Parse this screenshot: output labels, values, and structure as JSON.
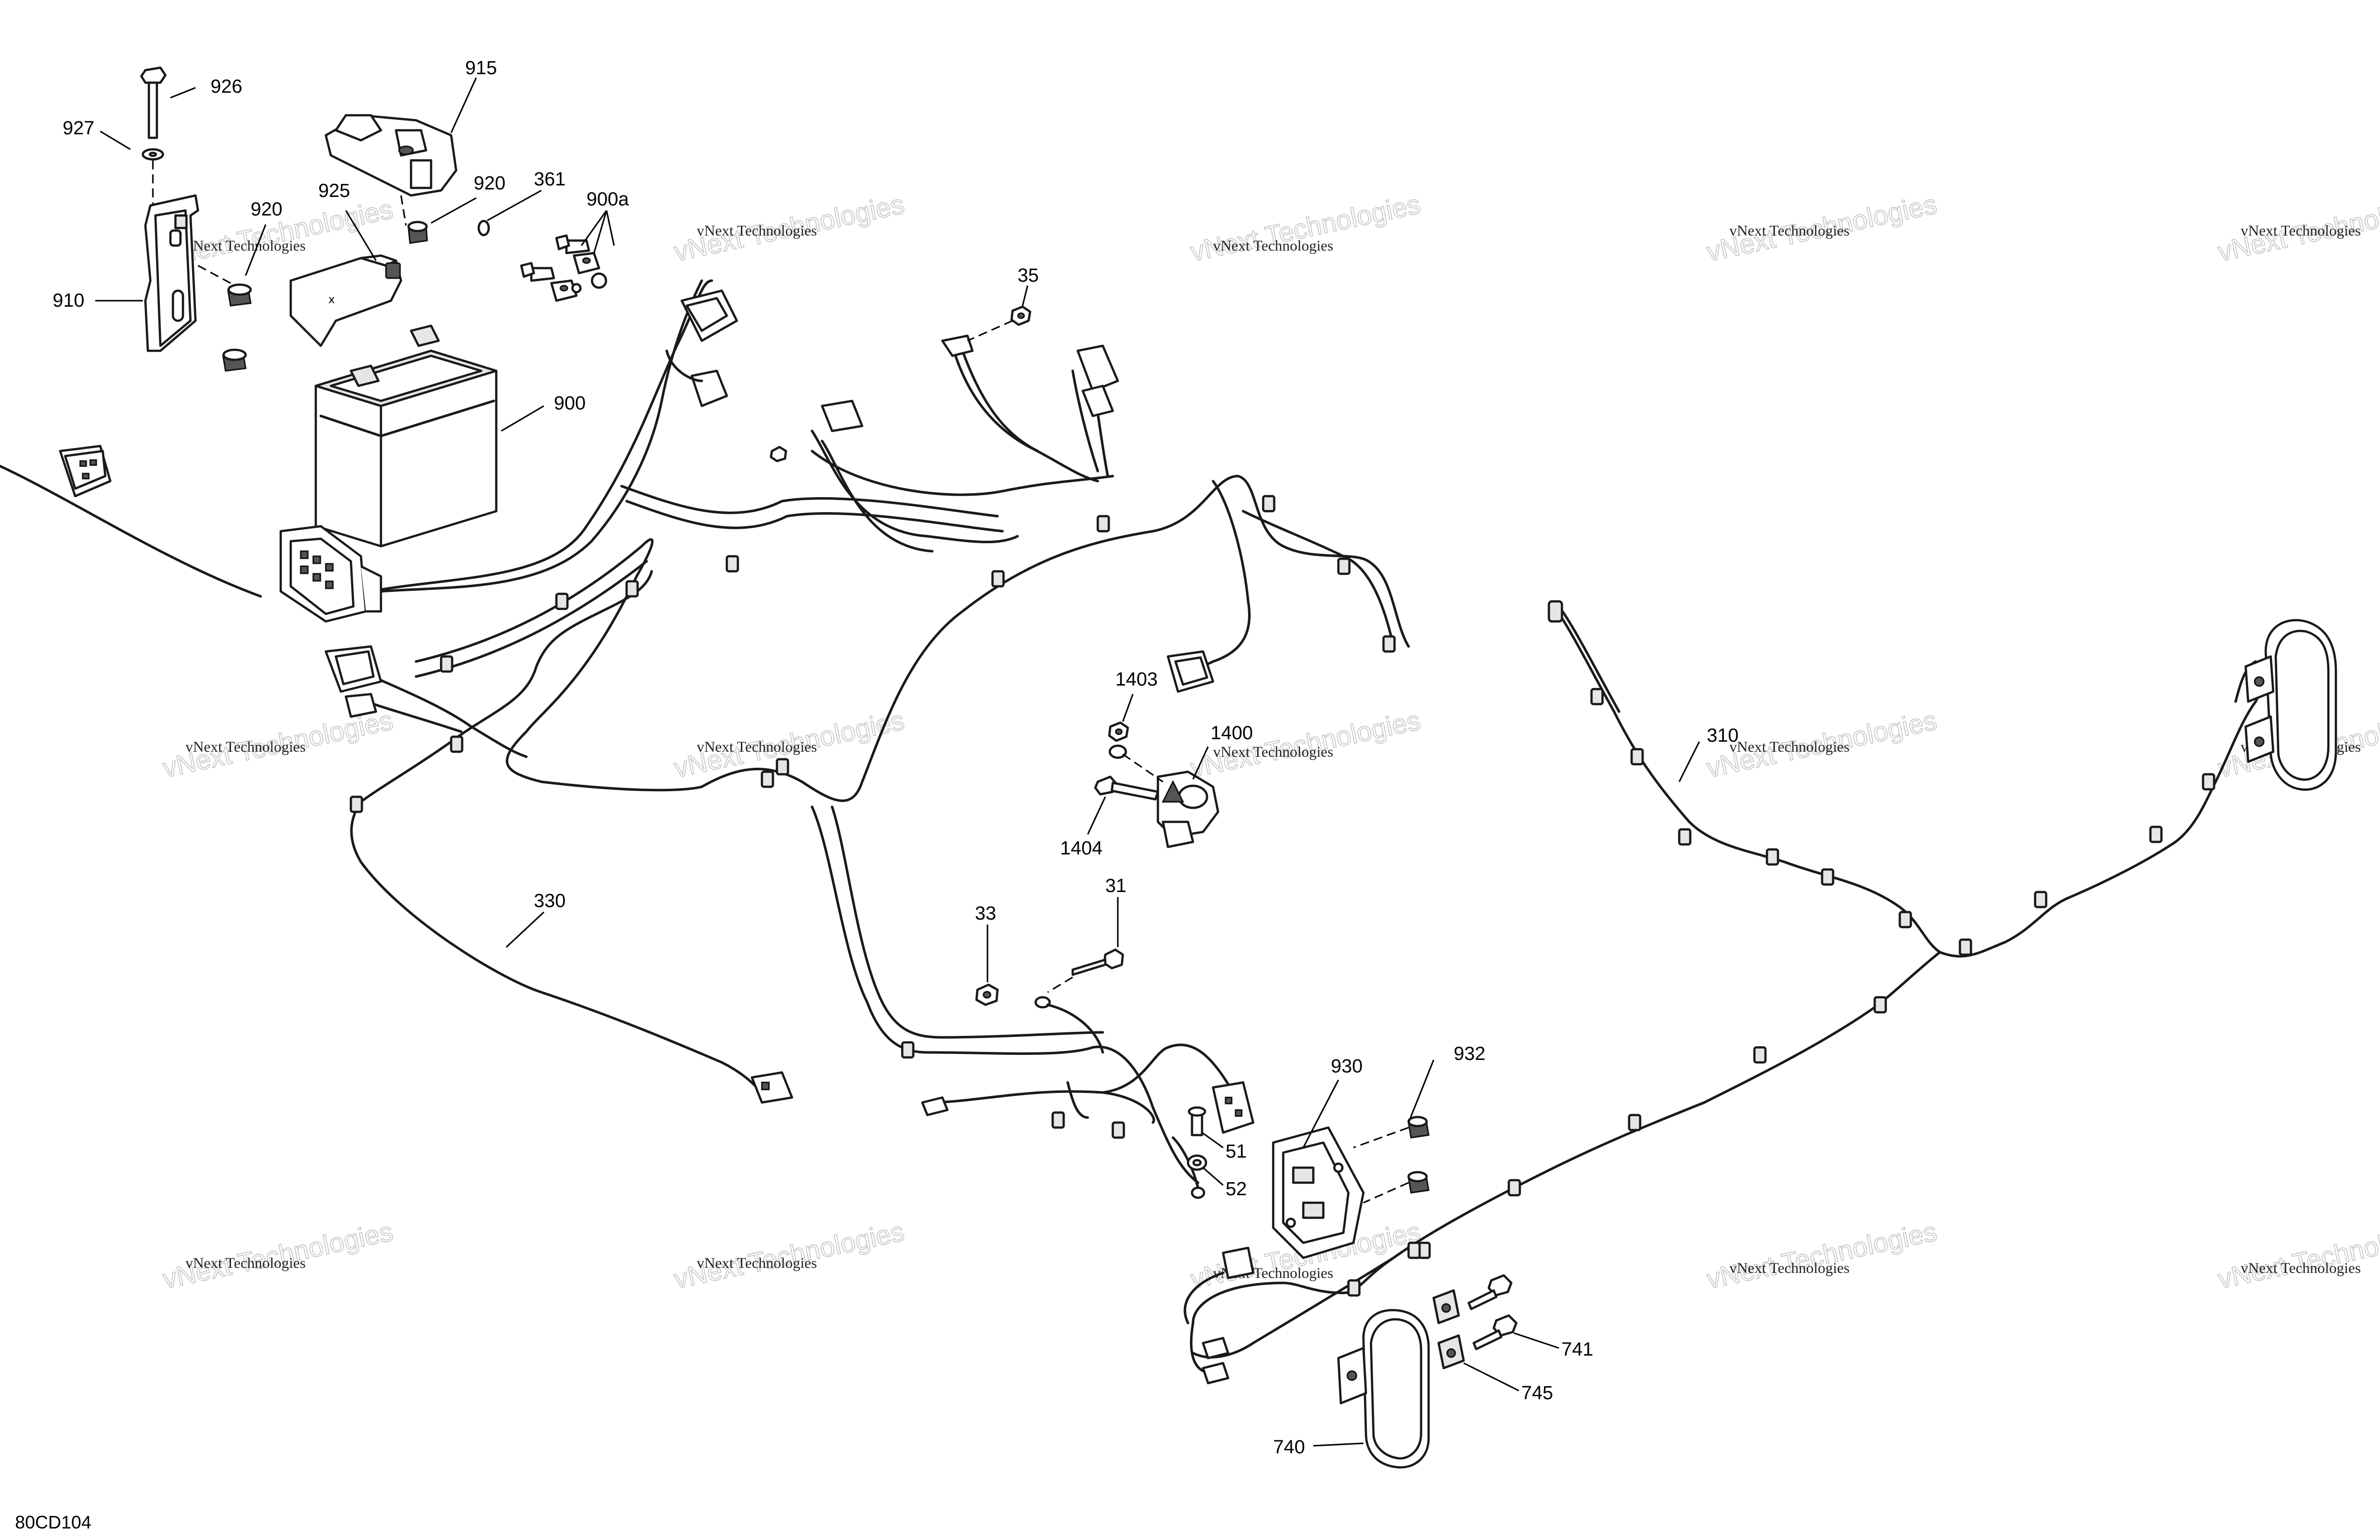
{
  "diagram_code": "80CD104",
  "watermark": {
    "line_small": "vNext Technologies",
    "line_large": "vNext Technologies"
  },
  "callouts": {
    "p926": "926",
    "p927": "927",
    "p915": "915",
    "p920a": "920",
    "p925": "925",
    "p920b": "920",
    "p361": "361",
    "p900a": "900a",
    "p910": "910",
    "p900": "900",
    "p35": "35",
    "p1403": "1403",
    "p1400": "1400",
    "p1404": "1404",
    "p31": "31",
    "p33": "33",
    "p330": "330",
    "p310": "310",
    "p930": "930",
    "p932": "932",
    "p51": "51",
    "p52": "52",
    "p741": "741",
    "p745": "745",
    "p740": "740"
  }
}
